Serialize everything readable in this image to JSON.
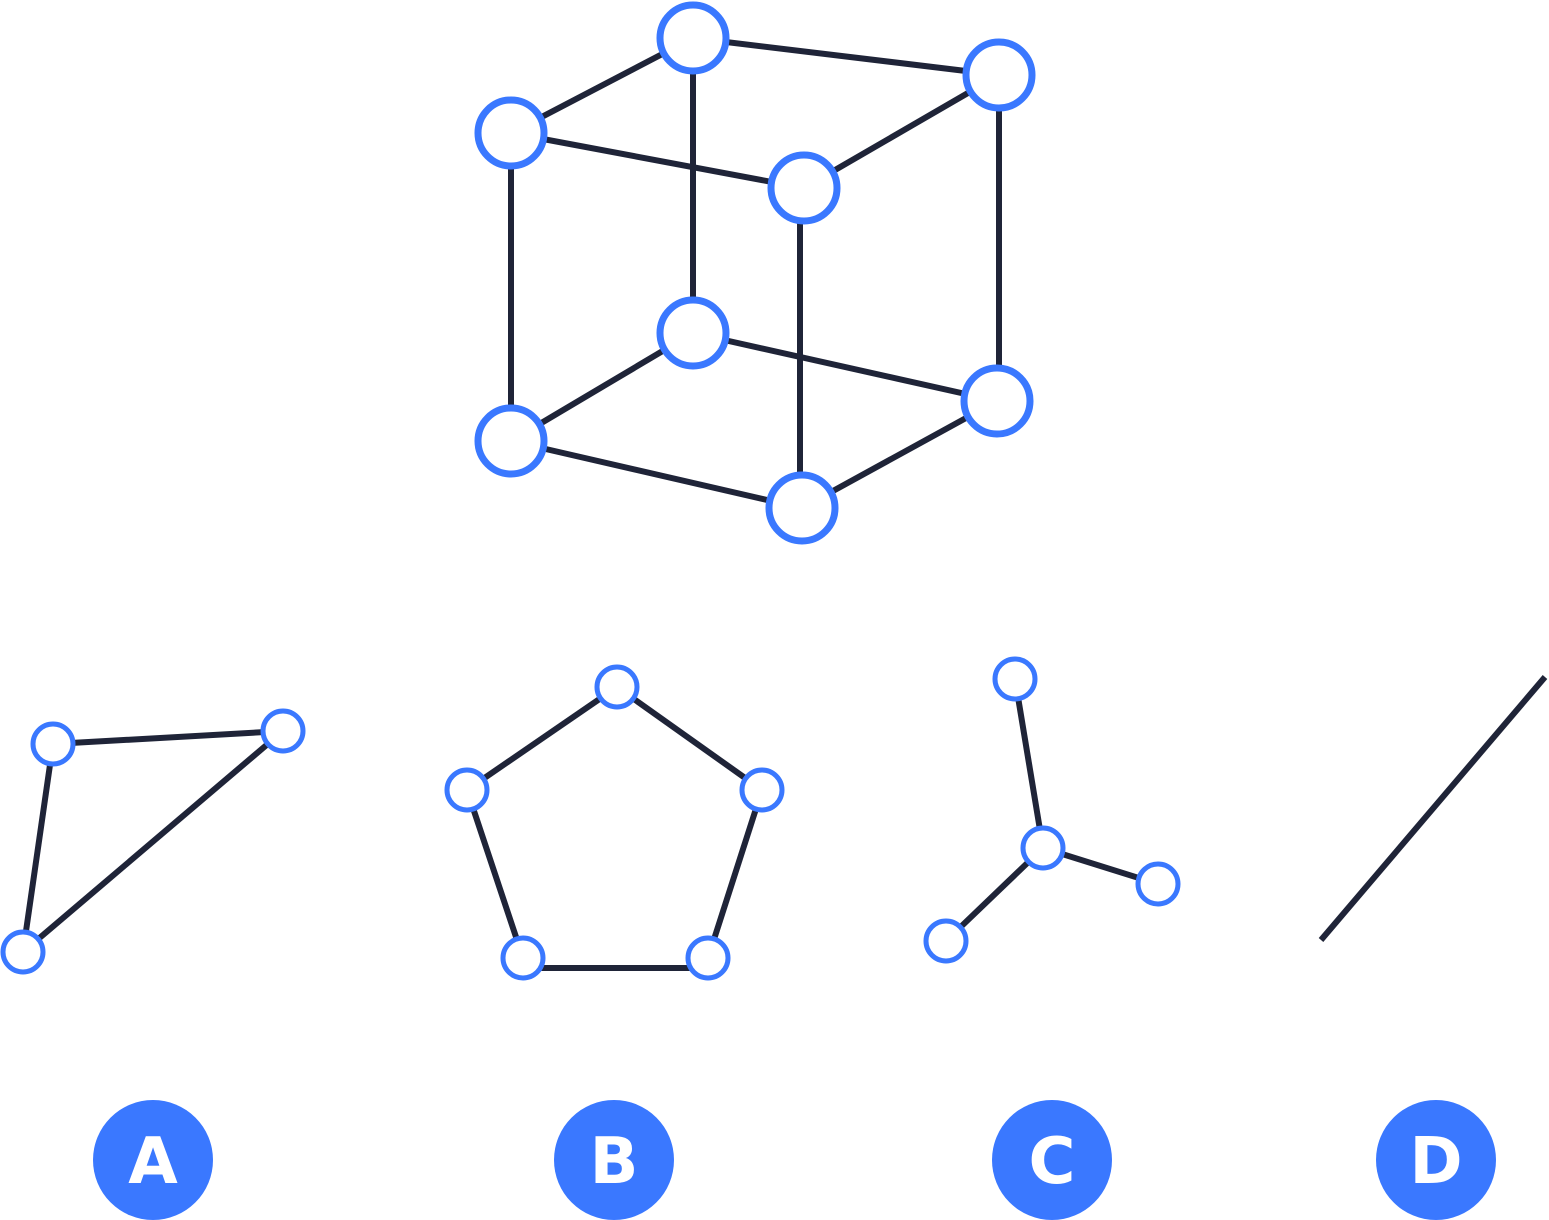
{
  "colors": {
    "edge": "#1f2438",
    "node_stroke": "#3a78ff",
    "node_fill": "#ffffff",
    "badge_fill": "#3a78ff",
    "badge_text": "#ffffff"
  },
  "options": [
    {
      "id": "A",
      "label": "A"
    },
    {
      "id": "B",
      "label": "B"
    },
    {
      "id": "C",
      "label": "C"
    },
    {
      "id": "D",
      "label": "D"
    }
  ]
}
